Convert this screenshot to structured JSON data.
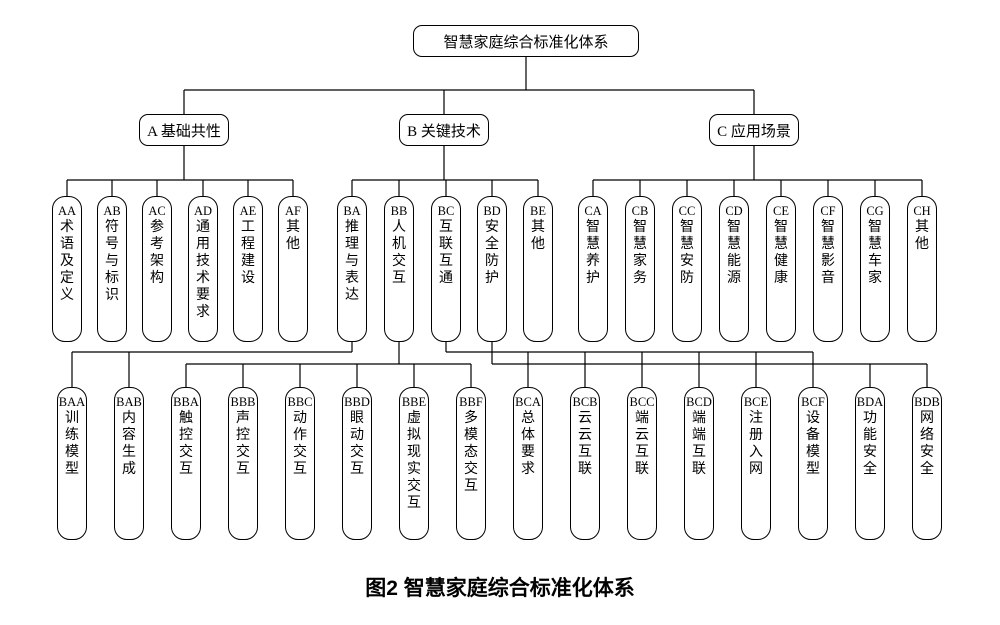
{
  "root": {
    "label": "智慧家庭综合标准化体系"
  },
  "caption": "图2 智慧家庭综合标准化体系",
  "colors": {
    "line": "#000000",
    "text": "#000000",
    "background": "#ffffff"
  },
  "branches": [
    {
      "id": "A",
      "label": "A 基础共性"
    },
    {
      "id": "B",
      "label": "B 关键技术"
    },
    {
      "id": "C",
      "label": "C 应用场景"
    }
  ],
  "level3": [
    {
      "id": "AA",
      "parent": "A",
      "code": "AA",
      "label": "术语及定义"
    },
    {
      "id": "AB",
      "parent": "A",
      "code": "AB",
      "label": "符号与标识"
    },
    {
      "id": "AC",
      "parent": "A",
      "code": "AC",
      "label": "参考架构"
    },
    {
      "id": "AD",
      "parent": "A",
      "code": "AD",
      "label": "通用技术要求"
    },
    {
      "id": "AE",
      "parent": "A",
      "code": "AE",
      "label": "工程建设"
    },
    {
      "id": "AF",
      "parent": "A",
      "code": "AF",
      "label": "其他"
    },
    {
      "id": "BA",
      "parent": "B",
      "code": "BA",
      "label": "推理与表达"
    },
    {
      "id": "BB",
      "parent": "B",
      "code": "BB",
      "label": "人机交互"
    },
    {
      "id": "BC",
      "parent": "B",
      "code": "BC",
      "label": "互联互通"
    },
    {
      "id": "BD",
      "parent": "B",
      "code": "BD",
      "label": "安全防护"
    },
    {
      "id": "BE",
      "parent": "B",
      "code": "BE",
      "label": "其他"
    },
    {
      "id": "CA",
      "parent": "C",
      "code": "CA",
      "label": "智慧养护"
    },
    {
      "id": "CB",
      "parent": "C",
      "code": "CB",
      "label": "智慧家务"
    },
    {
      "id": "CC",
      "parent": "C",
      "code": "CC",
      "label": "智慧安防"
    },
    {
      "id": "CD",
      "parent": "C",
      "code": "CD",
      "label": "智慧能源"
    },
    {
      "id": "CE",
      "parent": "C",
      "code": "CE",
      "label": "智慧健康"
    },
    {
      "id": "CF",
      "parent": "C",
      "code": "CF",
      "label": "智慧影音"
    },
    {
      "id": "CG",
      "parent": "C",
      "code": "CG",
      "label": "智慧车家"
    },
    {
      "id": "CH",
      "parent": "C",
      "code": "CH",
      "label": "其他"
    }
  ],
  "level4": [
    {
      "id": "BAA",
      "parent": "BA",
      "code": "BAA",
      "label": "训练模型"
    },
    {
      "id": "BAB",
      "parent": "BA",
      "code": "BAB",
      "label": "内容生成"
    },
    {
      "id": "BBA",
      "parent": "BB",
      "code": "BBA",
      "label": "触控交互"
    },
    {
      "id": "BBB",
      "parent": "BB",
      "code": "BBB",
      "label": "声控交互"
    },
    {
      "id": "BBC",
      "parent": "BB",
      "code": "BBC",
      "label": "动作交互"
    },
    {
      "id": "BBD",
      "parent": "BB",
      "code": "BBD",
      "label": "眼动交互"
    },
    {
      "id": "BBE",
      "parent": "BB",
      "code": "BBE",
      "label": "虚拟现实交互"
    },
    {
      "id": "BBF",
      "parent": "BB",
      "code": "BBF",
      "label": "多模态交互"
    },
    {
      "id": "BCA",
      "parent": "BC",
      "code": "BCA",
      "label": "总体要求"
    },
    {
      "id": "BCB",
      "parent": "BC",
      "code": "BCB",
      "label": "云云互联"
    },
    {
      "id": "BCC",
      "parent": "BC",
      "code": "BCC",
      "label": "端云互联"
    },
    {
      "id": "BCD",
      "parent": "BC",
      "code": "BCD",
      "label": "端端互联"
    },
    {
      "id": "BCE",
      "parent": "BC",
      "code": "BCE",
      "label": "注册入网"
    },
    {
      "id": "BCF",
      "parent": "BC",
      "code": "BCF",
      "label": "设备模型"
    },
    {
      "id": "BDA",
      "parent": "BD",
      "code": "BDA",
      "label": "功能安全"
    },
    {
      "id": "BDB",
      "parent": "BD",
      "code": "BDB",
      "label": "网络安全"
    }
  ]
}
